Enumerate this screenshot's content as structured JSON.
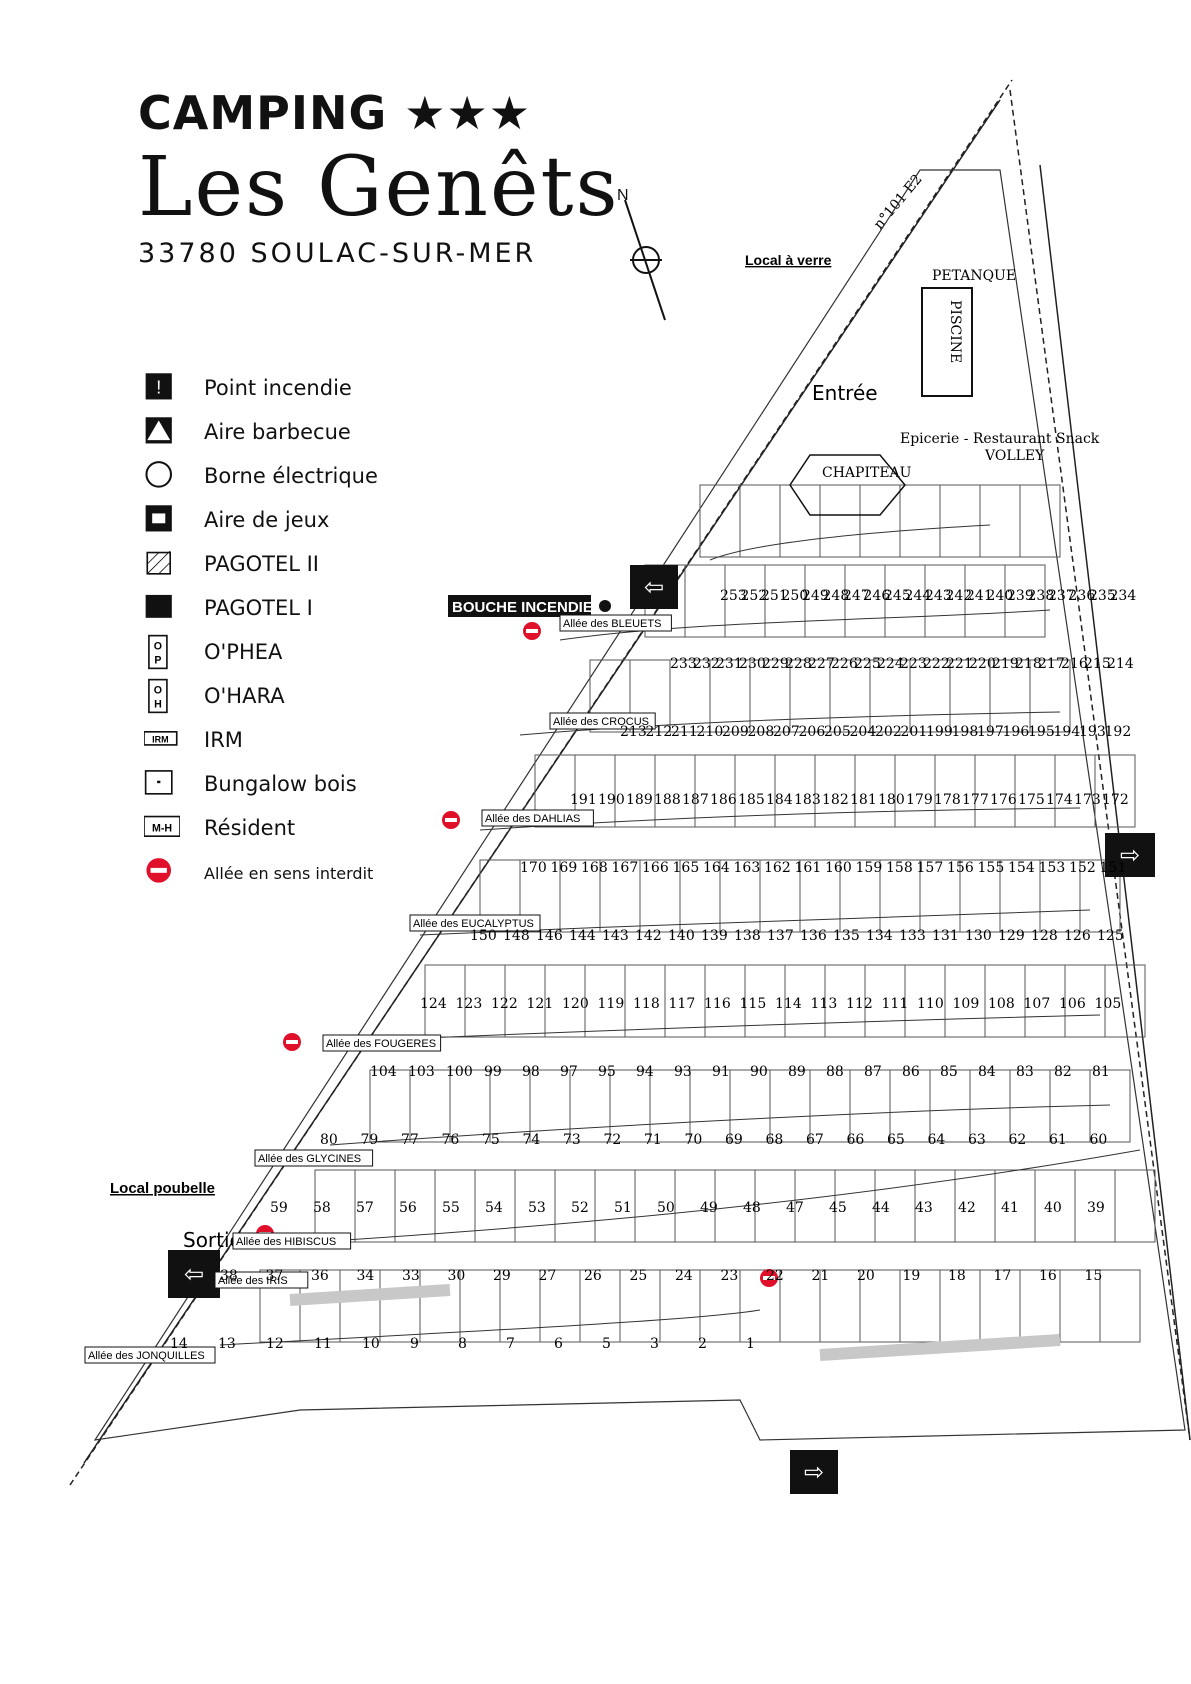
{
  "header": {
    "brand": "CAMPING ★★★",
    "name": "Les Genêts",
    "address": "33780 SOULAC-SUR-MER"
  },
  "legend": [
    {
      "icon": "fire-point-icon",
      "label": "Point incendie"
    },
    {
      "icon": "barbecue-icon",
      "label": "Aire barbecue"
    },
    {
      "icon": "electric-terminal-icon",
      "label": "Borne électrique"
    },
    {
      "icon": "playground-icon",
      "label": "Aire de jeux"
    },
    {
      "icon": "hatched-square-icon",
      "label": "PAGOTEL II"
    },
    {
      "icon": "black-square-icon",
      "label": "PAGOTEL I"
    },
    {
      "icon": "ophea-icon",
      "label": "O'PHEA"
    },
    {
      "icon": "ohara-icon",
      "label": "O'HARA"
    },
    {
      "icon": "irm-icon",
      "label": "IRM"
    },
    {
      "icon": "bungalow-icon",
      "label": "Bungalow bois"
    },
    {
      "icon": "resident-icon",
      "label": "Résident"
    },
    {
      "icon": "no-entry-icon",
      "label": "Allée en sens interdit"
    }
  ],
  "map": {
    "road": "n°101 E2",
    "local_verre": "Local à verre",
    "local_poubelle": "Local poubelle",
    "entree": "Entrée",
    "sortie": "Sortie",
    "bouche_incendie": "BOUCHE INCENDIE",
    "petanque": "PETANQUE",
    "piscine": "PISCINE",
    "chapiteau": "CHAPITEAU",
    "volley": "VOLLEY",
    "epicerie": "Epicerie - Restaurant Snack",
    "allees": [
      "Allée des BLEUETS",
      "Allée des CROCUS",
      "Allée des DAHLIAS",
      "Allée des EUCALYPTUS",
      "Allée des FOUGERES",
      "Allée des GLYCINES",
      "Allée des HIBISCUS",
      "Allée des IRIS",
      "Allée des JONQUILLES"
    ],
    "lots": [
      "253",
      "252",
      "251",
      "250",
      "249",
      "248",
      "247",
      "246",
      "245",
      "244",
      "243",
      "242",
      "241",
      "240",
      "239",
      "238",
      "237",
      "236",
      "235",
      "234",
      "233",
      "232",
      "231",
      "230",
      "229",
      "228",
      "227",
      "226",
      "225",
      "224",
      "223",
      "222",
      "221",
      "220",
      "219",
      "218",
      "217",
      "216",
      "215",
      "214",
      "213",
      "212",
      "211",
      "210",
      "209",
      "208",
      "207",
      "206",
      "205",
      "204",
      "202",
      "201",
      "199",
      "198",
      "197",
      "196",
      "195",
      "194",
      "193",
      "192",
      "191",
      "190",
      "189",
      "188",
      "187",
      "186",
      "185",
      "184",
      "183",
      "182",
      "181",
      "180",
      "179",
      "178",
      "177",
      "176",
      "175",
      "174",
      "173",
      "172",
      "170",
      "169",
      "168",
      "167",
      "166",
      "165",
      "164",
      "163",
      "162",
      "161",
      "160",
      "159",
      "158",
      "157",
      "156",
      "155",
      "154",
      "153",
      "152",
      "151",
      "150",
      "148",
      "146",
      "144",
      "143",
      "142",
      "140",
      "139",
      "138",
      "137",
      "136",
      "135",
      "134",
      "133",
      "131",
      "130",
      "129",
      "128",
      "126",
      "125",
      "124",
      "123",
      "122",
      "121",
      "120",
      "119",
      "118",
      "117",
      "116",
      "115",
      "114",
      "113",
      "112",
      "111",
      "110",
      "109",
      "108",
      "107",
      "106",
      "105",
      "104",
      "103",
      "100",
      "99",
      "98",
      "97",
      "95",
      "94",
      "93",
      "91",
      "90",
      "89",
      "88",
      "87",
      "86",
      "85",
      "84",
      "83",
      "82",
      "81",
      "80",
      "79",
      "77",
      "76",
      "75",
      "74",
      "73",
      "72",
      "71",
      "70",
      "69",
      "68",
      "67",
      "66",
      "65",
      "64",
      "63",
      "62",
      "61",
      "60",
      "59",
      "58",
      "57",
      "56",
      "55",
      "54",
      "53",
      "52",
      "51",
      "50",
      "49",
      "48",
      "47",
      "45",
      "44",
      "43",
      "42",
      "41",
      "40",
      "39",
      "38",
      "37",
      "36",
      "34",
      "33",
      "30",
      "29",
      "27",
      "26",
      "25",
      "24",
      "23",
      "22",
      "21",
      "20",
      "19",
      "18",
      "17",
      "16",
      "15",
      "14",
      "13",
      "12",
      "11",
      "10",
      "9",
      "8",
      "7",
      "6",
      "5",
      "3",
      "2",
      "1"
    ]
  },
  "colors": {
    "ink": "#111111",
    "no_entry": "#e0102a",
    "road": "#222222",
    "path": "#c8c8c8"
  }
}
